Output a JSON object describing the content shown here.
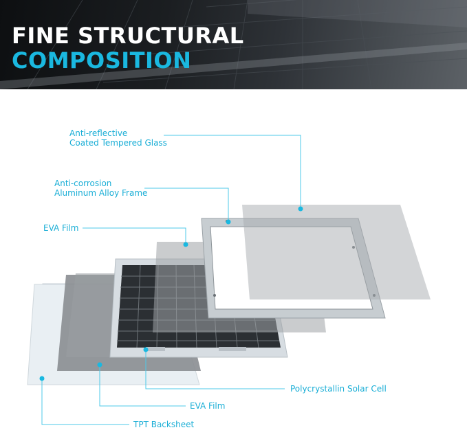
{
  "header": {
    "title_line1": "FINE STRUCTURAL",
    "title_line2": "COMPOSITION"
  },
  "layers": {
    "glass": {
      "line1": "Anti-reflective",
      "line2": "Coated Tempered Glass"
    },
    "frame": {
      "line1": "Anti-corrosion",
      "line2": "Aluminum Alloy Frame"
    },
    "eva_top": "EVA Film",
    "solar_cell": "Polycrystallin Solar Cell",
    "eva_bottom": "EVA Film",
    "backsheet": "TPT Backsheet"
  },
  "colors": {
    "accent": "#1ab8e0",
    "label_text": "#1aaed6",
    "leader_line": "#4cc8e8"
  }
}
